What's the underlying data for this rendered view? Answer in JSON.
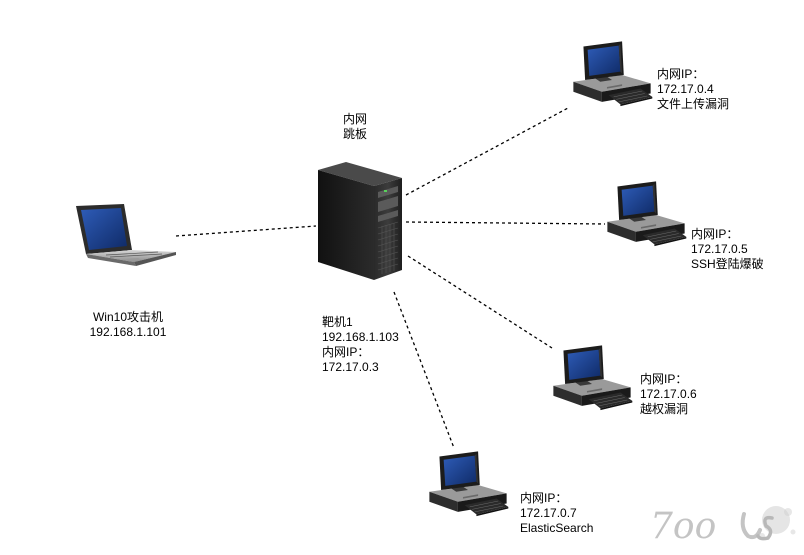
{
  "nodes": {
    "jump": {
      "title": [
        "内网",
        "跳板"
      ],
      "info": [
        "靶机1",
        "192.168.1.103",
        "内网IP：",
        "172.17.0.3"
      ]
    },
    "attacker": {
      "info": [
        "Win10攻击机",
        "192.168.1.101"
      ]
    },
    "host_04": {
      "info": [
        "内网IP：",
        "172.17.0.4",
        "文件上传漏洞"
      ]
    },
    "host_05": {
      "info": [
        "内网IP：",
        "172.17.0.5",
        "SSH登陆爆破"
      ]
    },
    "host_06": {
      "info": [
        "内网IP：",
        "172.17.0.6",
        "越权漏洞"
      ]
    },
    "host_07": {
      "info": [
        "内网IP：",
        "172.17.0.7",
        "ElasticSearch"
      ]
    }
  },
  "links": [
    {
      "from": "attacker",
      "to": "jump"
    },
    {
      "from": "jump",
      "to": "host_04"
    },
    {
      "from": "jump",
      "to": "host_05"
    },
    {
      "from": "jump",
      "to": "host_06"
    },
    {
      "from": "jump",
      "to": "host_07"
    }
  ],
  "watermark": {
    "text": "7oo",
    "icon": "tools-logo-watermark"
  },
  "colors": {
    "line": "#000000",
    "monitor_screen": "#1f3f8a",
    "device_dark": "#1a1a1a",
    "device_mid": "#555555",
    "device_light": "#c8c8c8"
  }
}
